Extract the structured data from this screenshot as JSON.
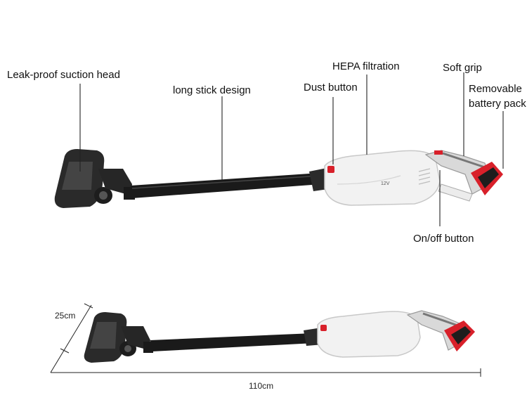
{
  "callouts": {
    "suction_head": "Leak-proof suction head",
    "stick": "long stick design",
    "dust_button": "Dust button",
    "hepa": "HEPA filtration",
    "soft_grip": "Soft grip",
    "battery_line1": "Removable",
    "battery_line2": "battery pack",
    "onoff": "On/off button"
  },
  "dimensions": {
    "height": "25cm",
    "length": "110cm"
  },
  "product_badge": "12V",
  "colors": {
    "body_white": "#f2f2f2",
    "stick_black": "#1a1a1a",
    "accent_red": "#d8202a",
    "grey": "#9a9a9a"
  }
}
